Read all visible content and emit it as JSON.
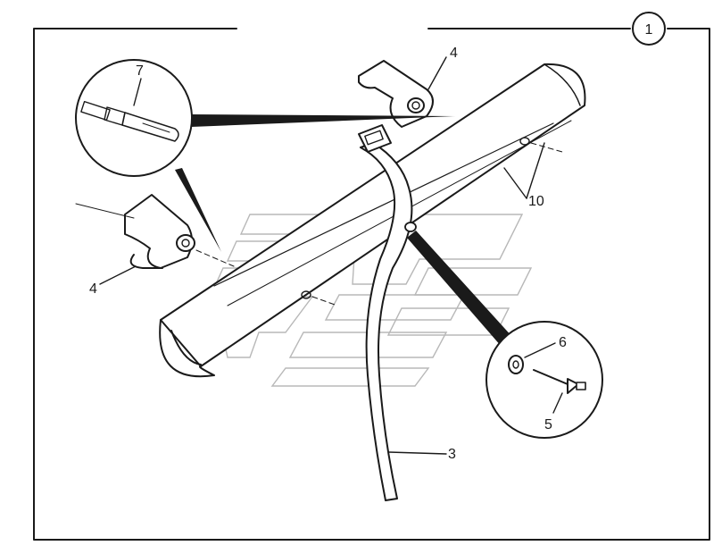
{
  "sheet": {
    "number": "1"
  },
  "callouts": {
    "clamp_top": "4",
    "clamp_left": "4",
    "fastener_detail": "7",
    "pipe": "10",
    "strap": "3",
    "washer": "6",
    "rivet": "5"
  }
}
